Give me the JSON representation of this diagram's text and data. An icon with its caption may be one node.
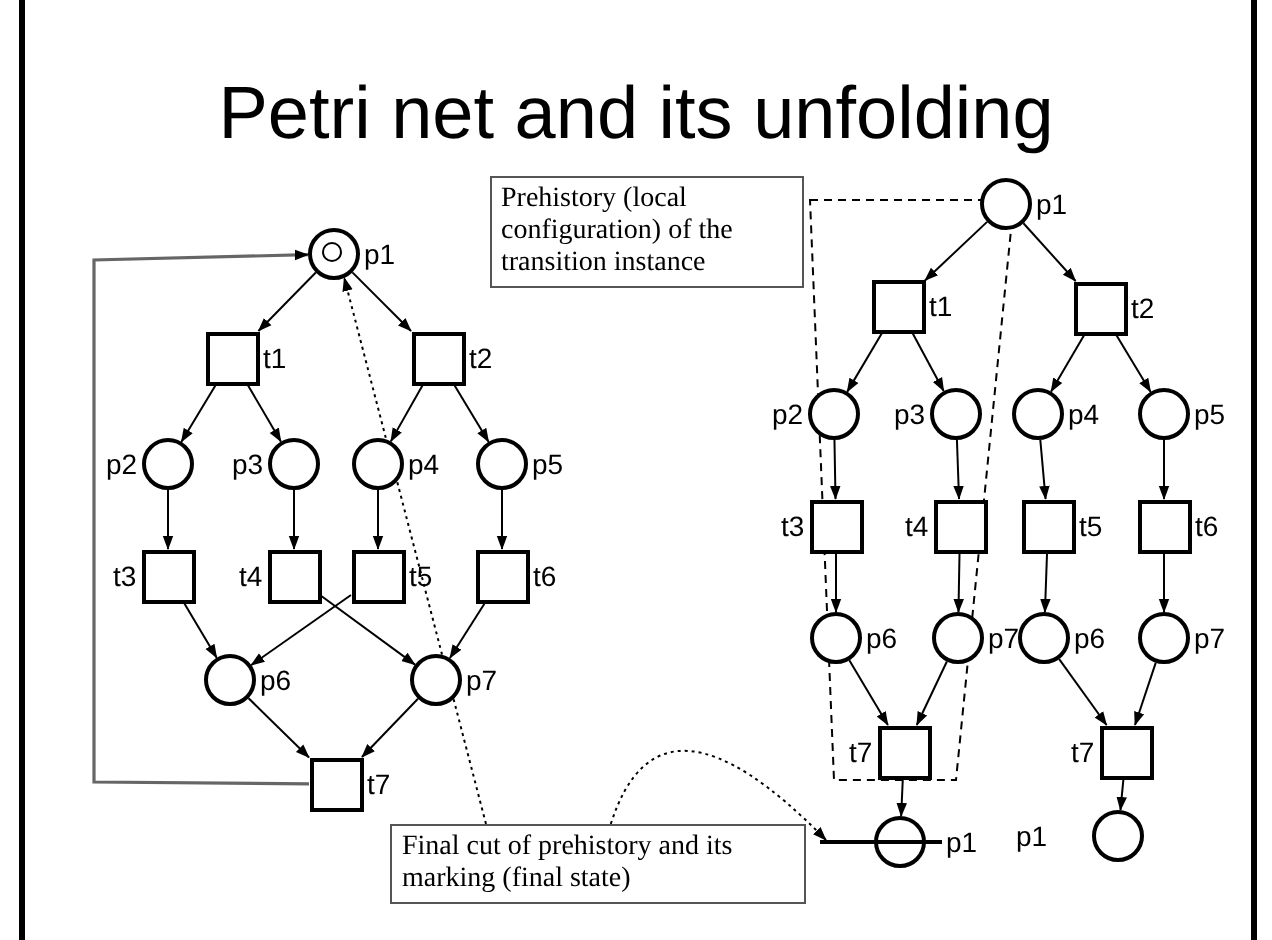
{
  "diagram": {
    "title": "Petri net and its unfolding",
    "nodes": [
      {
        "text": [],
        "shape": "circle",
        "beside": [
          "p1"
        ]
      },
      {
        "text": [],
        "shape": "box",
        "beside": [
          "t1"
        ]
      },
      {
        "text": [],
        "shape": "box",
        "beside": [
          "t2"
        ]
      },
      {
        "text": [],
        "shape": "circle",
        "beside": [
          "p2"
        ]
      },
      {
        "text": [],
        "shape": "circle",
        "beside": [
          "p3"
        ]
      },
      {
        "text": [],
        "shape": "circle",
        "beside": [
          "p4"
        ]
      },
      {
        "text": [],
        "shape": "circle",
        "beside": [
          "p5"
        ]
      },
      {
        "text": [],
        "shape": "box",
        "beside": [
          "t3"
        ]
      },
      {
        "text": [],
        "shape": "box",
        "beside": [
          "t4"
        ]
      },
      {
        "text": [],
        "shape": "box",
        "beside": [
          "t5"
        ]
      },
      {
        "text": [],
        "shape": "box",
        "beside": [
          "t6"
        ]
      },
      {
        "text": [],
        "shape": "circle",
        "beside": [
          "p6"
        ]
      },
      {
        "text": [],
        "shape": "circle",
        "beside": [
          "p7"
        ]
      },
      {
        "text": [],
        "shape": "box",
        "beside": [
          "t7"
        ]
      },
      {
        "text": [
          "Prehistory (local configuration) of the transition instance"
        ]
      },
      {
        "text": [],
        "shape": "circle",
        "beside": [
          "p1"
        ]
      },
      {
        "text": [],
        "shape": "box",
        "beside": [
          "t1"
        ]
      },
      {
        "text": [],
        "shape": "box",
        "beside": [
          "t2"
        ]
      },
      {
        "text": [],
        "shape": "circle",
        "beside": [
          "p2"
        ]
      },
      {
        "text": [],
        "shape": "circle",
        "beside": [
          "p3"
        ]
      },
      {
        "text": [],
        "shape": "circle",
        "beside": [
          "p4"
        ]
      },
      {
        "text": [],
        "shape": "circle",
        "beside": [
          "p5"
        ]
      },
      {
        "text": [],
        "shape": "box",
        "beside": [
          "t3"
        ]
      },
      {
        "text": [],
        "shape": "box",
        "beside": [
          "t4"
        ]
      },
      {
        "text": [],
        "shape": "box",
        "beside": [
          "t5"
        ]
      },
      {
        "text": [],
        "shape": "box",
        "beside": [
          "t6"
        ]
      },
      {
        "text": [],
        "shape": "circle",
        "beside": [
          "p6"
        ]
      },
      {
        "text": [],
        "shape": "circle",
        "beside": [
          "p7"
        ]
      },
      {
        "text": [],
        "shape": "circle",
        "beside": [
          "p6"
        ]
      },
      {
        "text": [],
        "shape": "circle",
        "beside": [
          "p7"
        ]
      },
      {
        "text": [],
        "shape": "box",
        "beside": [
          "t7"
        ]
      },
      {
        "text": [],
        "shape": "box",
        "beside": [
          "t7"
        ]
      },
      {
        "text": [],
        "shape": "circle",
        "beside": [
          "p1"
        ]
      },
      {
        "text": [],
        "shape": "circle",
        "beside": [
          "p1"
        ]
      },
      {
        "text": [
          "Final cut of prehistory and its marking (final state)"
        ]
      },
      {
        "text": [],
        "shape": "bar"
      }
    ],
    "edges": [
      {
        "from": 0,
        "to": 1,
        "arrow": "to"
      },
      {
        "from": 0,
        "to": 2,
        "arrow": "to"
      },
      {
        "from": 1,
        "to": 3,
        "arrow": "to"
      },
      {
        "from": 1,
        "to": 4,
        "arrow": "to"
      },
      {
        "from": 2,
        "to": 5,
        "arrow": "to"
      },
      {
        "from": 2,
        "to": 6,
        "arrow": "to"
      },
      {
        "from": 3,
        "to": 7,
        "arrow": "to"
      },
      {
        "from": 4,
        "to": 8,
        "arrow": "to"
      },
      {
        "from": 5,
        "to": 9,
        "arrow": "to"
      },
      {
        "from": 6,
        "to": 10,
        "arrow": "to"
      },
      {
        "from": 7,
        "to": 11,
        "arrow": "to"
      },
      {
        "from": 8,
        "to": 12,
        "arrow": "to"
      },
      {
        "from": 9,
        "to": 11,
        "arrow": "to"
      },
      {
        "from": 10,
        "to": 12,
        "arrow": "to"
      },
      {
        "from": 11,
        "to": 13,
        "arrow": "to"
      },
      {
        "from": 12,
        "to": 13,
        "arrow": "to"
      },
      {
        "from": 13,
        "to": 0,
        "arrow": "to",
        "color": "#666666"
      },
      {
        "from": 15,
        "to": 16,
        "arrow": "to"
      },
      {
        "from": 15,
        "to": 17,
        "arrow": "to"
      },
      {
        "from": 16,
        "to": 18,
        "arrow": "to"
      },
      {
        "from": 16,
        "to": 19,
        "arrow": "to"
      },
      {
        "from": 17,
        "to": 20,
        "arrow": "to"
      },
      {
        "from": 17,
        "to": 21,
        "arrow": "to"
      },
      {
        "from": 18,
        "to": 22,
        "arrow": "to"
      },
      {
        "from": 19,
        "to": 23,
        "arrow": "to"
      },
      {
        "from": 20,
        "to": 24,
        "arrow": "to"
      },
      {
        "from": 21,
        "to": 25,
        "arrow": "to"
      },
      {
        "from": 22,
        "to": 26,
        "arrow": "to"
      },
      {
        "from": 23,
        "to": 27,
        "arrow": "to"
      },
      {
        "from": 24,
        "to": 28,
        "arrow": "to"
      },
      {
        "from": 25,
        "to": 29,
        "arrow": "to"
      },
      {
        "from": 26,
        "to": 30,
        "arrow": "to"
      },
      {
        "from": 27,
        "to": 30,
        "arrow": "to"
      },
      {
        "from": 28,
        "to": 31,
        "arrow": "to"
      },
      {
        "from": 29,
        "to": 31,
        "arrow": "to"
      },
      {
        "from": 30,
        "to": 32,
        "arrow": "to"
      },
      {
        "from": 31,
        "to": 33,
        "arrow": "to"
      },
      {
        "from": 34,
        "to": 0,
        "arrow": "to",
        "style": "dashed"
      },
      {
        "from": 34,
        "to": 35,
        "arrow": "to",
        "style": "dashed"
      }
    ]
  }
}
